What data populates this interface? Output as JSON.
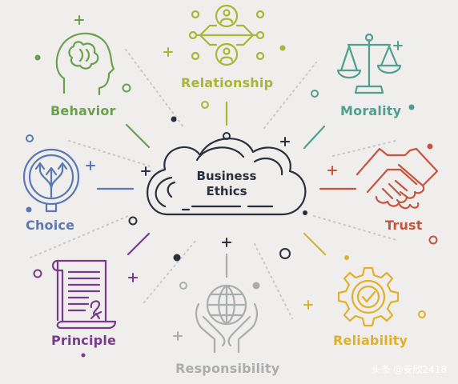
{
  "center": {
    "line1": "Business",
    "line2": "Ethics"
  },
  "nodes": [
    {
      "key": "behavior",
      "label": "Behavior",
      "color": "#6aa04c",
      "icon": "head-brain-icon"
    },
    {
      "key": "relationship",
      "label": "Relationship",
      "color": "#a9b534",
      "icon": "connected-people-icon"
    },
    {
      "key": "morality",
      "label": "Morality",
      "color": "#4f9e8e",
      "icon": "scales-icon"
    },
    {
      "key": "trust",
      "label": "Trust",
      "color": "#c5553d",
      "icon": "handshake-icon"
    },
    {
      "key": "reliability",
      "label": "Reliability",
      "color": "#e0b02a",
      "icon": "gear-check-icon"
    },
    {
      "key": "responsibility",
      "label": "Responsibility",
      "color": "#a9adad",
      "icon": "hands-globe-icon"
    },
    {
      "key": "principle",
      "label": "Principle",
      "color": "#7a3a8a",
      "icon": "scroll-document-icon"
    },
    {
      "key": "choice",
      "label": "Choice",
      "color": "#5b78b4",
      "icon": "arrows-choice-icon"
    }
  ],
  "watermark": "头条 @安欣2418"
}
